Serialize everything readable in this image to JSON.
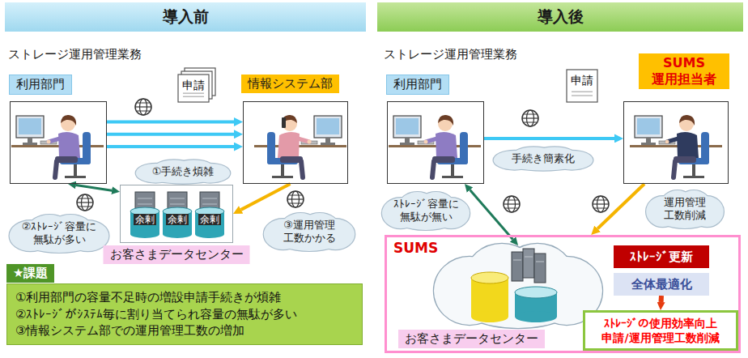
{
  "diagram": {
    "nodes": [
      {
        "text": [
          "導入前"
        ]
      },
      {
        "text": [
          "導入後"
        ]
      },
      {
        "text": [
          "利用部門"
        ]
      },
      {
        "text": [
          "申請"
        ]
      },
      {
        "text": [
          "情報システム部"
        ]
      },
      {
        "text": [
          "①手続き煩雑"
        ]
      },
      {
        "text": [
          "②ｽﾄﾚｰｼﾞ容量に 無駄が多い"
        ]
      },
      {
        "text": [
          "お客さまデータセンター"
        ]
      },
      {
        "text": [
          "余剰"
        ],
        "in": 7
      },
      {
        "text": [
          "余剰"
        ],
        "in": 7
      },
      {
        "text": [
          "余剰"
        ],
        "in": 7
      },
      {
        "text": [
          "③運用管理 工数かかる"
        ]
      },
      {
        "text": [
          "★課題",
          "①利用部門の容量不足時の増設申請手続きが煩雑",
          "②ｽﾄﾚｰｼﾞがｼｽﾃﾑ毎に割り当てられ容量の無駄が多い",
          "③情報システム部での運用管理工数の増加"
        ]
      },
      {
        "text": [
          "利用部門"
        ]
      },
      {
        "text": [
          "申請"
        ]
      },
      {
        "text": [
          "SUMS 運用担当者"
        ]
      },
      {
        "text": [
          "手続き簡素化"
        ]
      },
      {
        "text": [
          "ｽﾄﾚｰｼﾞ容量に 無駄が無い"
        ]
      },
      {
        "text": [
          "運用管理 工数削減"
        ]
      },
      {
        "text": [
          "SUMS"
        ]
      },
      {
        "text": [
          "お客さまデータセンター"
        ],
        "in": 19
      },
      {
        "text": [
          "ｽﾄﾚｰｼﾞ更新"
        ],
        "in": 19
      },
      {
        "text": [
          "全体最適化"
        ],
        "in": 19
      },
      {
        "text": [
          "ｽﾄﾚｰｼﾞの使用効率向上 申請/運用管理工数削減"
        ],
        "in": 19
      }
    ],
    "edges": [
      {
        "from": 2,
        "to": 4,
        "arrow": "to"
      },
      {
        "from": 2,
        "to": 4,
        "arrow": "to"
      },
      {
        "from": 2,
        "to": 4,
        "arrow": "to"
      },
      {
        "from": 2,
        "to": 7,
        "arrow": "both"
      },
      {
        "from": 4,
        "to": 7,
        "arrow": "to"
      },
      {
        "from": 13,
        "to": 15,
        "arrow": "to"
      },
      {
        "from": 13,
        "to": 20,
        "arrow": "both"
      },
      {
        "from": 15,
        "to": 19,
        "arrow": "to"
      },
      {
        "from": 22,
        "to": 23,
        "arrow": "to"
      }
    ],
    "labels": [
      "ストレージ運用管理業務",
      "ストレージ運用管理業務"
    ]
  }
}
